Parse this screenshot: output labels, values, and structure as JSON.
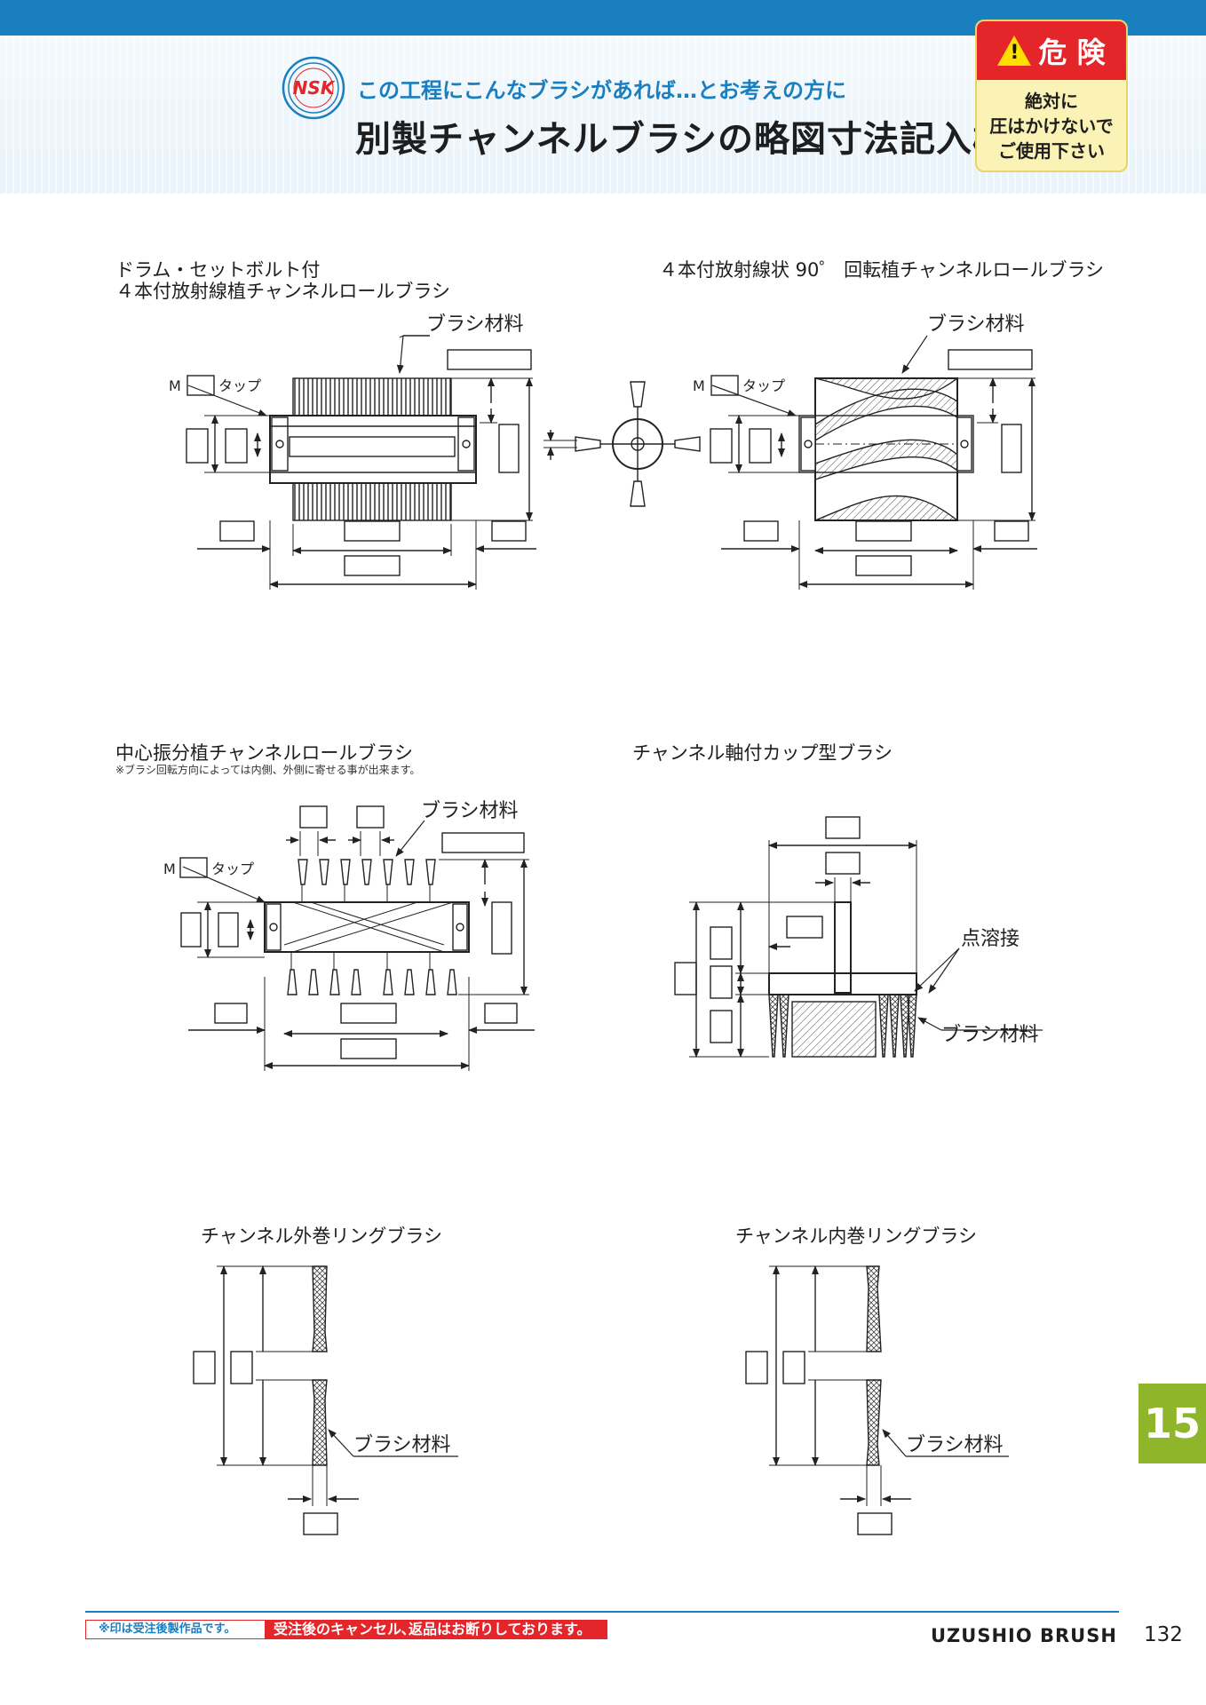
{
  "header": {
    "logo_text": "NSK",
    "subtitle": "この工程にこんなブラシがあれば…とお考えの方に",
    "title": "別製チャンネルブラシの略図寸法記入欄"
  },
  "warning": {
    "head": "危 険",
    "line1": "絶対に",
    "line2": "圧はかけないで",
    "line3": "ご使用下さい"
  },
  "figures": {
    "fig1": {
      "caption1": "ドラム・セットボルト付",
      "caption2": "４本付放射線植チャンネルロールブラシ",
      "material": "ブラシ材料",
      "tap_m": "M",
      "tap": "タップ"
    },
    "fig2": {
      "caption": "４本付放射線状 90゜ 回転植チャンネルロールブラシ",
      "material": "ブラシ材料",
      "tap_m": "M",
      "tap": "タップ"
    },
    "fig3": {
      "caption": "中心振分植チャンネルロールブラシ",
      "note": "※ブラシ回転方向によっては内側、外側に寄せる事が出来ます。",
      "material": "ブラシ材料",
      "tap_m": "M",
      "tap": "タップ"
    },
    "fig4": {
      "caption": "チャンネル軸付カップ型ブラシ",
      "weld": "点溶接",
      "material": "ブラシ材料"
    },
    "fig5": {
      "caption": "チャンネル外巻リングブラシ",
      "material": "ブラシ材料"
    },
    "fig6": {
      "caption": "チャンネル内巻リングブラシ",
      "material": "ブラシ材料"
    }
  },
  "tab": "15",
  "footer": {
    "note1": "※印は受注後製作品です。",
    "note2": "受注後のキャンセル､返品はお断りしております。",
    "brand": "UZUSHIO  BRUSH",
    "page": "132"
  },
  "colors": {
    "accent_blue": "#1a7fbf",
    "danger_red": "#e4262a",
    "tab_green": "#8fb62a"
  }
}
